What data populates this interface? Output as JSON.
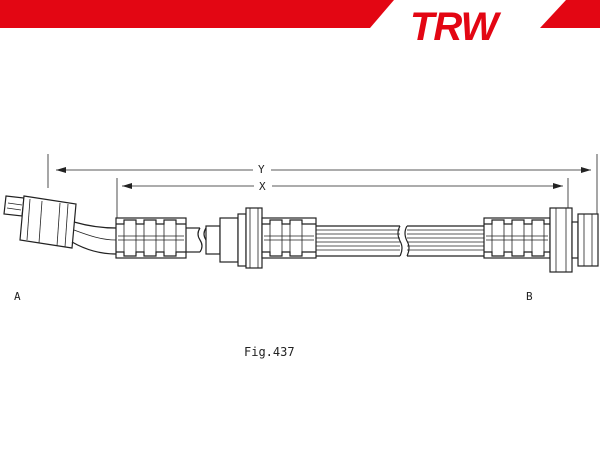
{
  "brand": {
    "logo_text": "TRW",
    "accent_color": "#e30613"
  },
  "diagram": {
    "dimension_y": "Y",
    "dimension_x": "X",
    "end_a": "A",
    "end_b": "B",
    "figure_caption": "Fig.437"
  }
}
